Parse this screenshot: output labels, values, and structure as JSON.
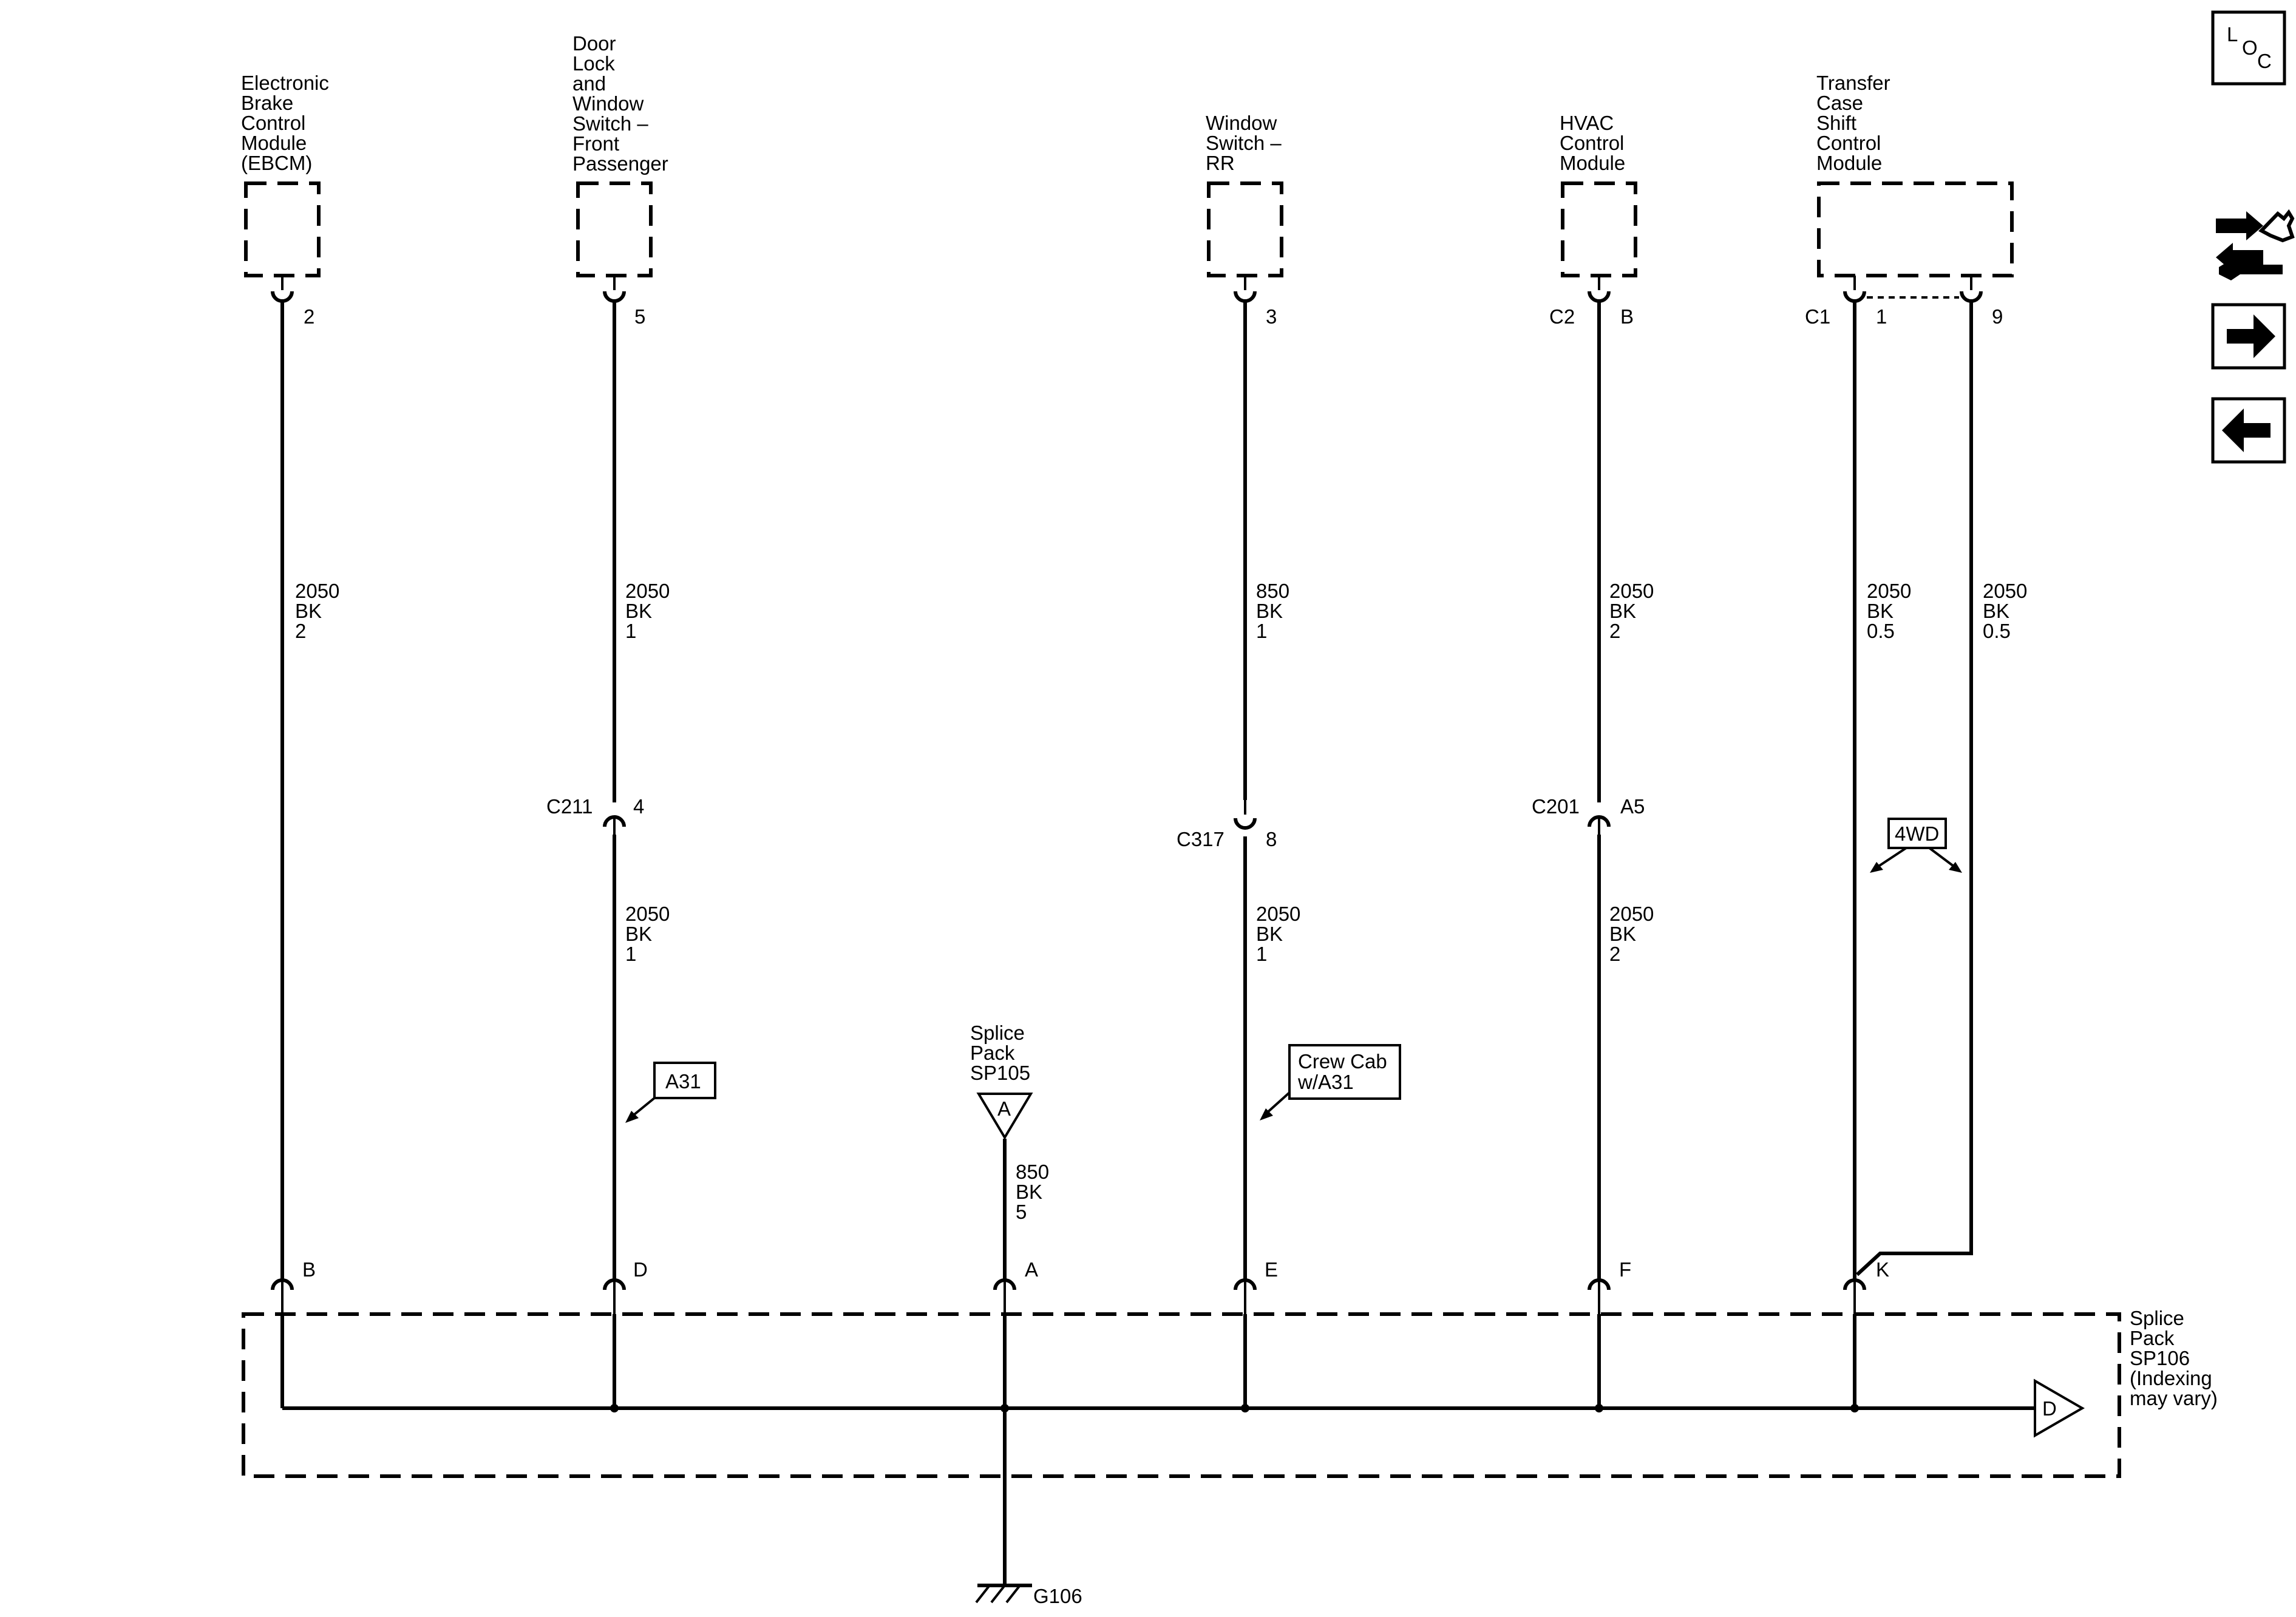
{
  "components": {
    "ebcm": [
      "Electronic",
      "Brake",
      "Control",
      "Module",
      "(EBCM)"
    ],
    "door_lock": [
      "Door",
      "Lock",
      "and",
      "Window",
      "Switch –",
      "Front",
      "Passenger"
    ],
    "window_rr": [
      "Window",
      "Switch –",
      "RR"
    ],
    "hvac": [
      "HVAC",
      "Control",
      "Module"
    ],
    "transfer_case": [
      "Transfer",
      "Case",
      "Shift",
      "Control",
      "Module"
    ]
  },
  "pins": {
    "ebcm": "2",
    "door_lock": "5",
    "window_rr": "3",
    "hvac_connector": "C2",
    "hvac": "B",
    "tcscm_connector": "C1",
    "tcscm_a": "1",
    "tcscm_b": "9"
  },
  "wires": {
    "ebcm": [
      "2050",
      "BK",
      "2"
    ],
    "door_upper": [
      "2050",
      "BK",
      "1"
    ],
    "door_lower": [
      "2050",
      "BK",
      "1"
    ],
    "rr_upper": [
      "850",
      "BK",
      "1"
    ],
    "rr_lower": [
      "2050",
      "BK",
      "1"
    ],
    "hvac_upper": [
      "2050",
      "BK",
      "2"
    ],
    "hvac_lower": [
      "2050",
      "BK",
      "2"
    ],
    "tcscm_a": [
      "2050",
      "BK",
      "0.5"
    ],
    "tcscm_b": [
      "2050",
      "BK",
      "0.5"
    ],
    "sp105": [
      "850",
      "BK",
      "5"
    ]
  },
  "inline_connectors": {
    "c211": {
      "name": "C211",
      "pin": "4"
    },
    "c317": {
      "name": "C317",
      "pin": "8"
    },
    "c201": {
      "name": "C201",
      "pin": "A5"
    }
  },
  "options": {
    "a31": "A31",
    "crew_cab": [
      "Crew Cab",
      "w/A31"
    ],
    "fourwd": "4WD"
  },
  "splice_105": {
    "label": [
      "Splice",
      "Pack",
      "SP105"
    ],
    "pin": "A"
  },
  "splice_106": {
    "label": [
      "Splice",
      "Pack",
      "SP106",
      "(Indexing",
      "may vary)"
    ],
    "pins": {
      "b": "B",
      "d": "D",
      "a": "A",
      "e": "E",
      "f": "F",
      "k": "K"
    },
    "continuation": "D"
  },
  "ground": "G106",
  "nav": {
    "loc_l": "L",
    "loc_o": "O",
    "loc_c": "C"
  }
}
